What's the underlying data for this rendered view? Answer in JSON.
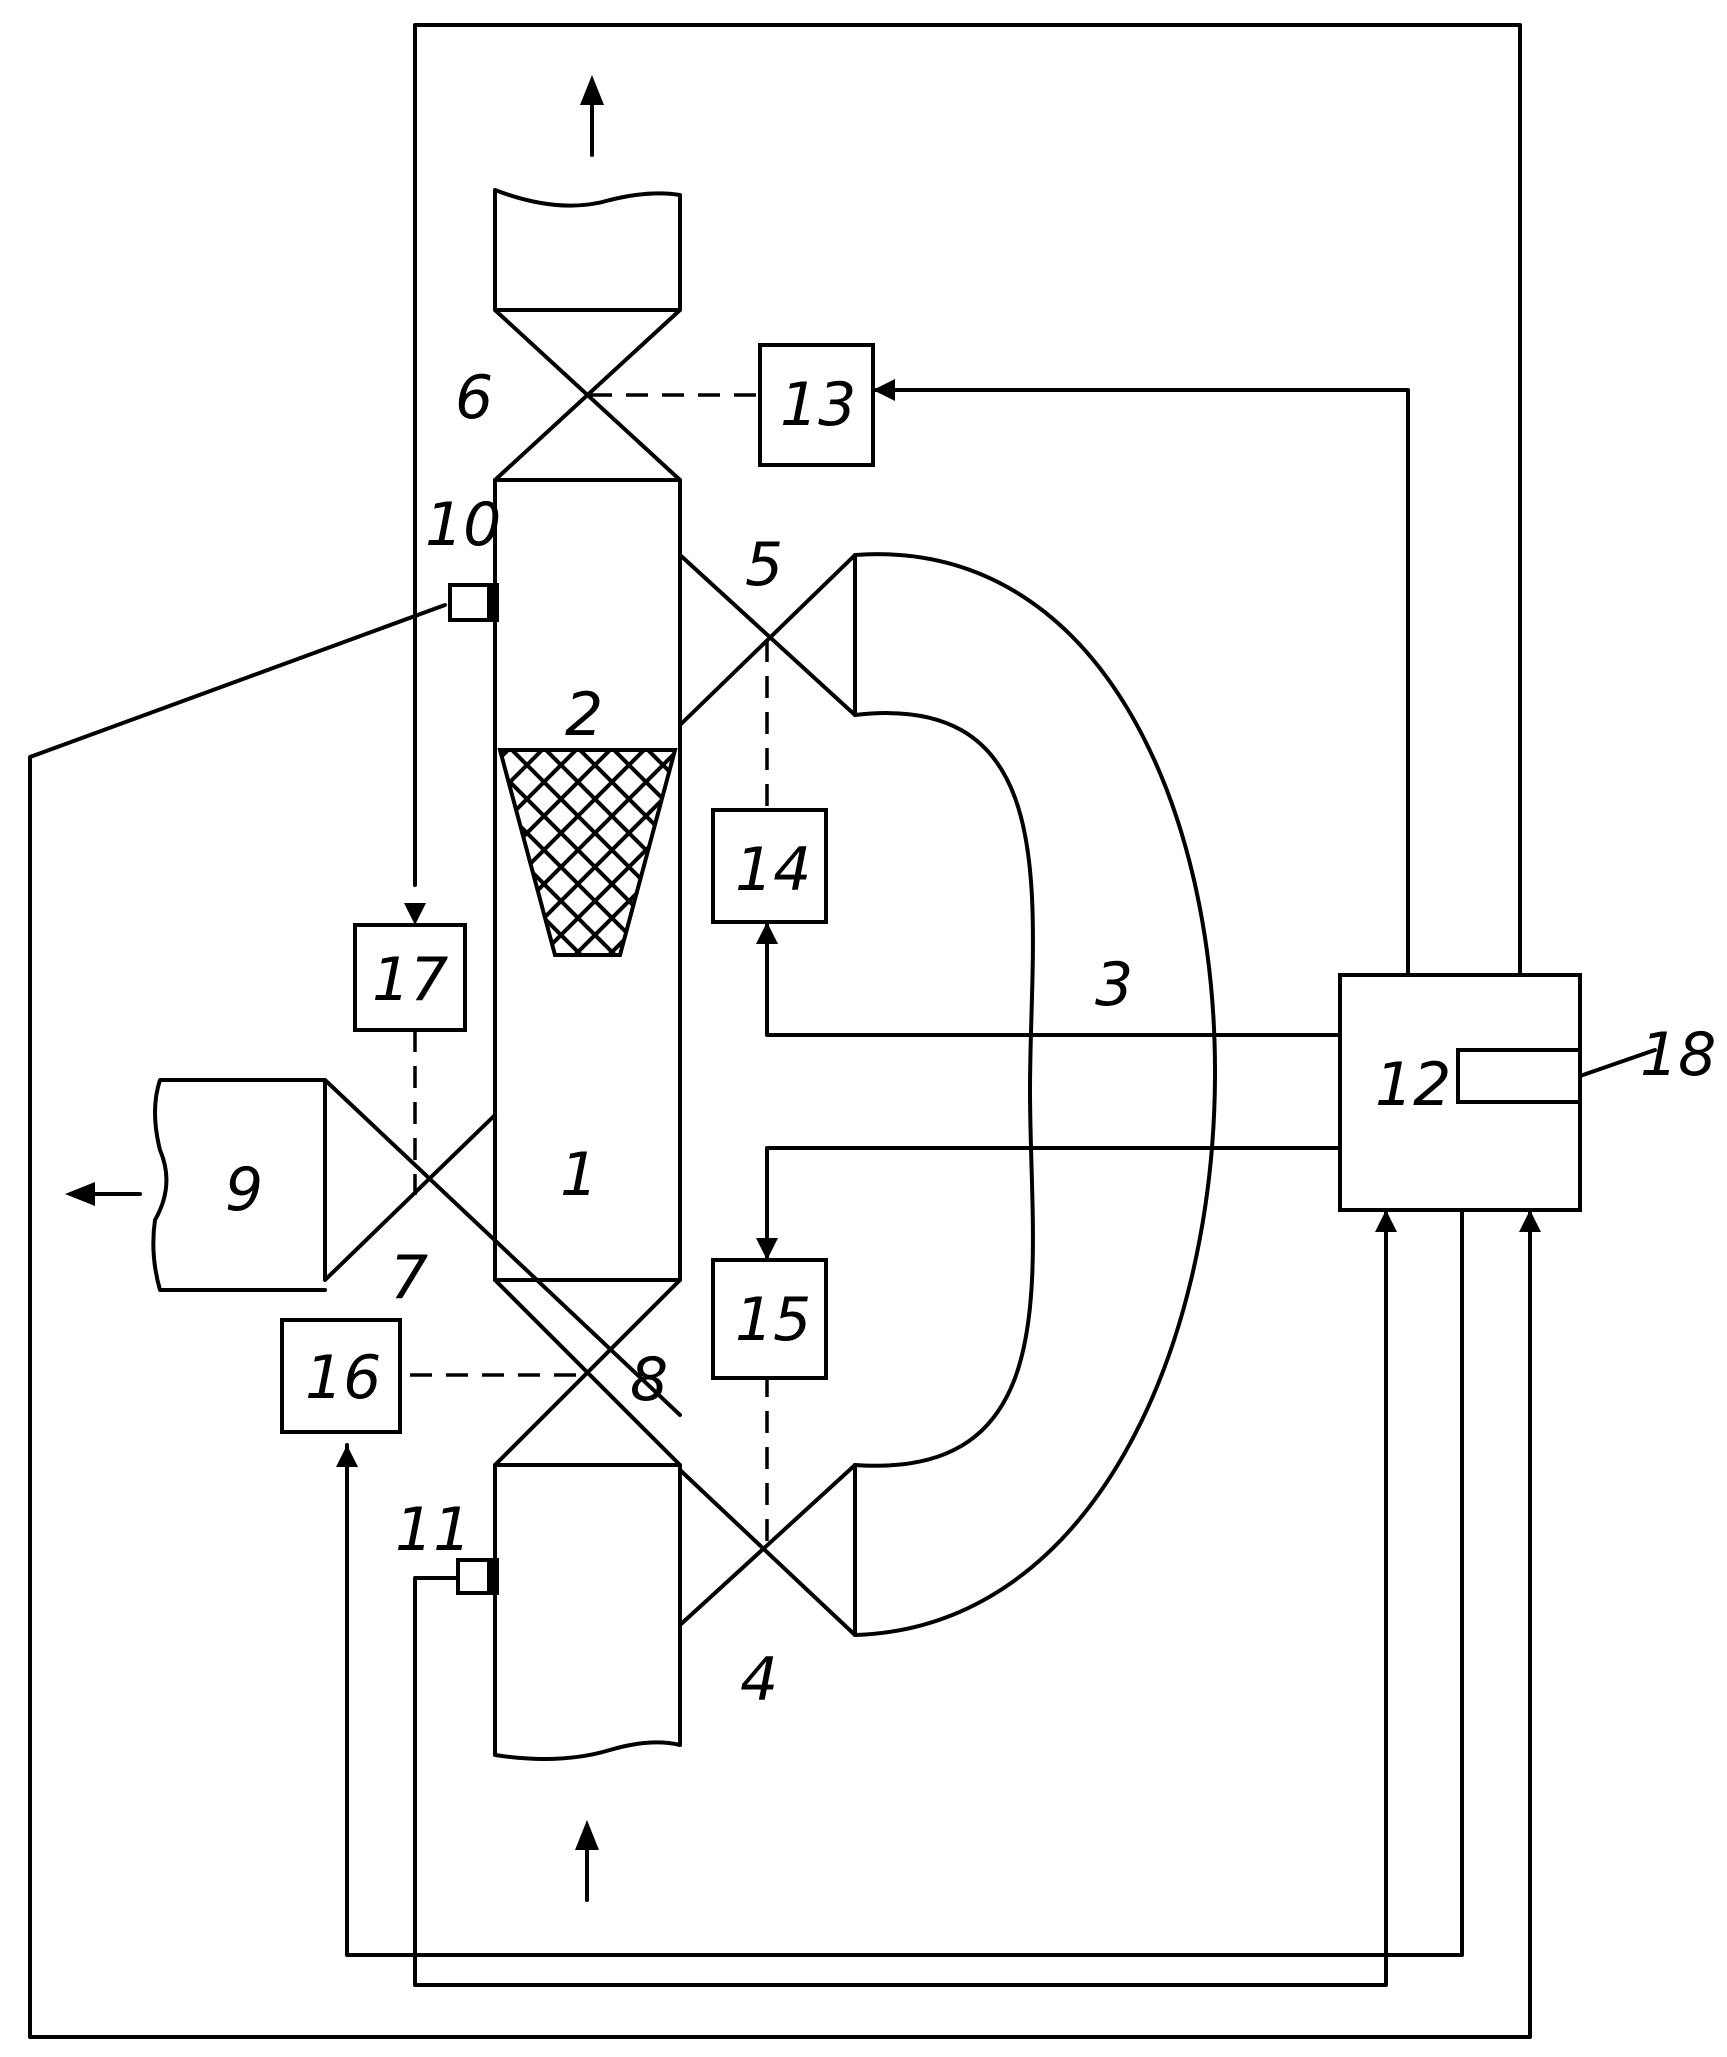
{
  "labels": {
    "column": "1",
    "packing": "2",
    "bypass_duct": "3",
    "valve_lower_right": "4",
    "valve_upper_right": "5",
    "valve_top": "6",
    "valve_left": "7",
    "valve_bottom": "8",
    "outlet_pipe": "9",
    "sensor_top": "10",
    "sensor_bottom": "11",
    "controller": "12",
    "actuator_13": "13",
    "actuator_14": "14",
    "actuator_15": "15",
    "actuator_16": "16",
    "actuator_17": "17",
    "controller_module": "18"
  },
  "colors": {
    "line": "#000000",
    "background": "#ffffff"
  }
}
